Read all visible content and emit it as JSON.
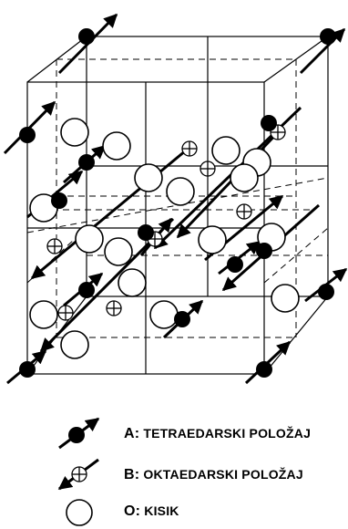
{
  "legend": {
    "tetrahedral": {
      "code": "A:",
      "label": "TETRAEDARSKI POLOŽAJ",
      "icon": "filled-circle-arrow-icon"
    },
    "octahedral": {
      "code": "B:",
      "label": "OKTAEDARSKI POLOŽAJ",
      "icon": "crossed-circle-arrow-icon"
    },
    "oxygen": {
      "code": "O:",
      "label": "KISIK",
      "icon": "open-circle-icon"
    }
  },
  "colors": {
    "ink": "#000000",
    "paper": "#ffffff"
  }
}
